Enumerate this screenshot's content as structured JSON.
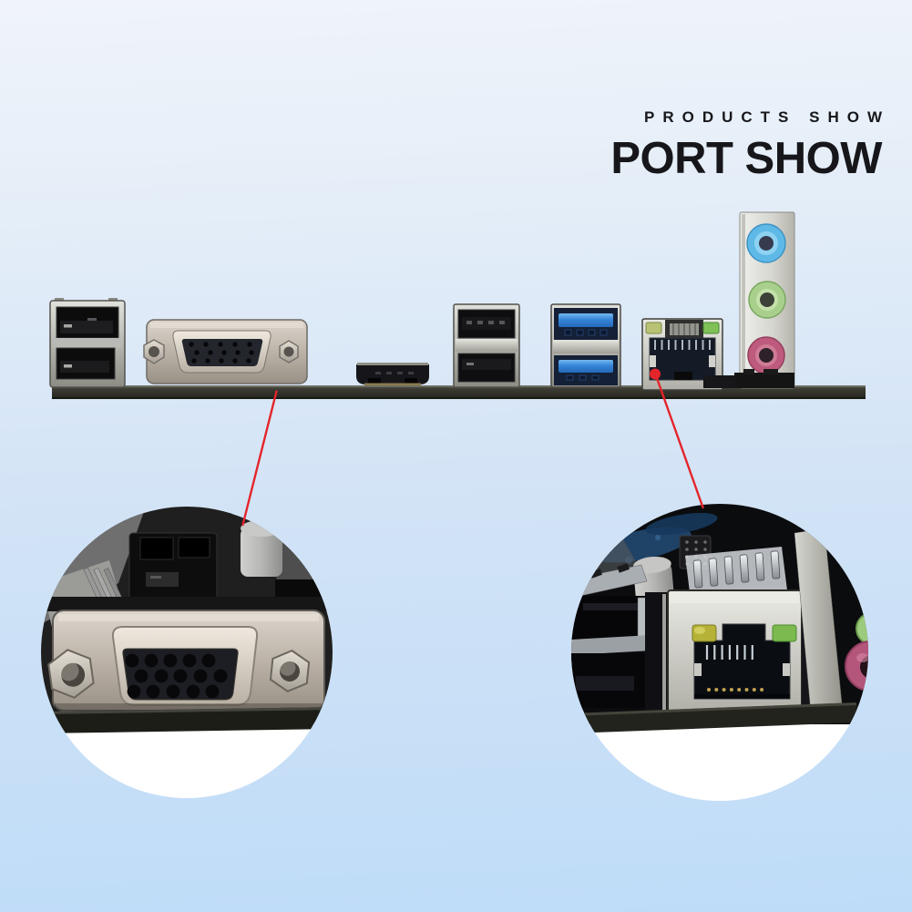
{
  "header": {
    "subtitle": "PRODUCTS SHOW",
    "title": "PORT SHOW"
  },
  "palette": {
    "background_top": "#f0f4fa",
    "background_bottom": "#bedcf8",
    "heading_text": "#17171b",
    "callout_red": "#e4252b",
    "board_edge": "#33332a",
    "metal_silver": "#c6c6c0",
    "usb3_blue": "#3585d8",
    "lan_led_yellow": "#b6b237",
    "lan_led_green": "#7cba50",
    "audio_line_in_blue": "#5fb9e7",
    "audio_line_out_green": "#a8d08c",
    "audio_mic_pink": "#bd5a7d"
  },
  "ports": [
    {
      "id": "usb2-ports-left",
      "label": "Dual USB 2.0 ports",
      "color": "#0c0c0c"
    },
    {
      "id": "vga-port",
      "label": "VGA D-Sub 15-pin port",
      "color": "#bcb3a8"
    },
    {
      "id": "hdmi-port",
      "label": "HDMI port",
      "color": "#16161a"
    },
    {
      "id": "usb2-ports-middle",
      "label": "Dual USB 2.0 ports",
      "color": "#0e0e10"
    },
    {
      "id": "usb3-ports",
      "label": "Dual USB 3.0 ports",
      "color": "#3585d8"
    },
    {
      "id": "lan-port",
      "label": "Ethernet RJ45 LAN port",
      "color": "#d6d6d2"
    },
    {
      "id": "audio-jacks-panel",
      "label": "Audio jacks panel",
      "jacks": [
        {
          "id": "line-in-jack",
          "color": "#5fb9e7"
        },
        {
          "id": "line-out-jack",
          "color": "#a8d08c"
        },
        {
          "id": "mic-jack",
          "color": "#bd5a7d"
        }
      ]
    }
  ],
  "callouts": [
    {
      "id": "vga-closeup",
      "target": "vga-port",
      "shape": "circle",
      "marker": "red-line"
    },
    {
      "id": "lan-closeup",
      "target": "lan-port",
      "shape": "circle",
      "marker": "red-dot-line"
    }
  ]
}
